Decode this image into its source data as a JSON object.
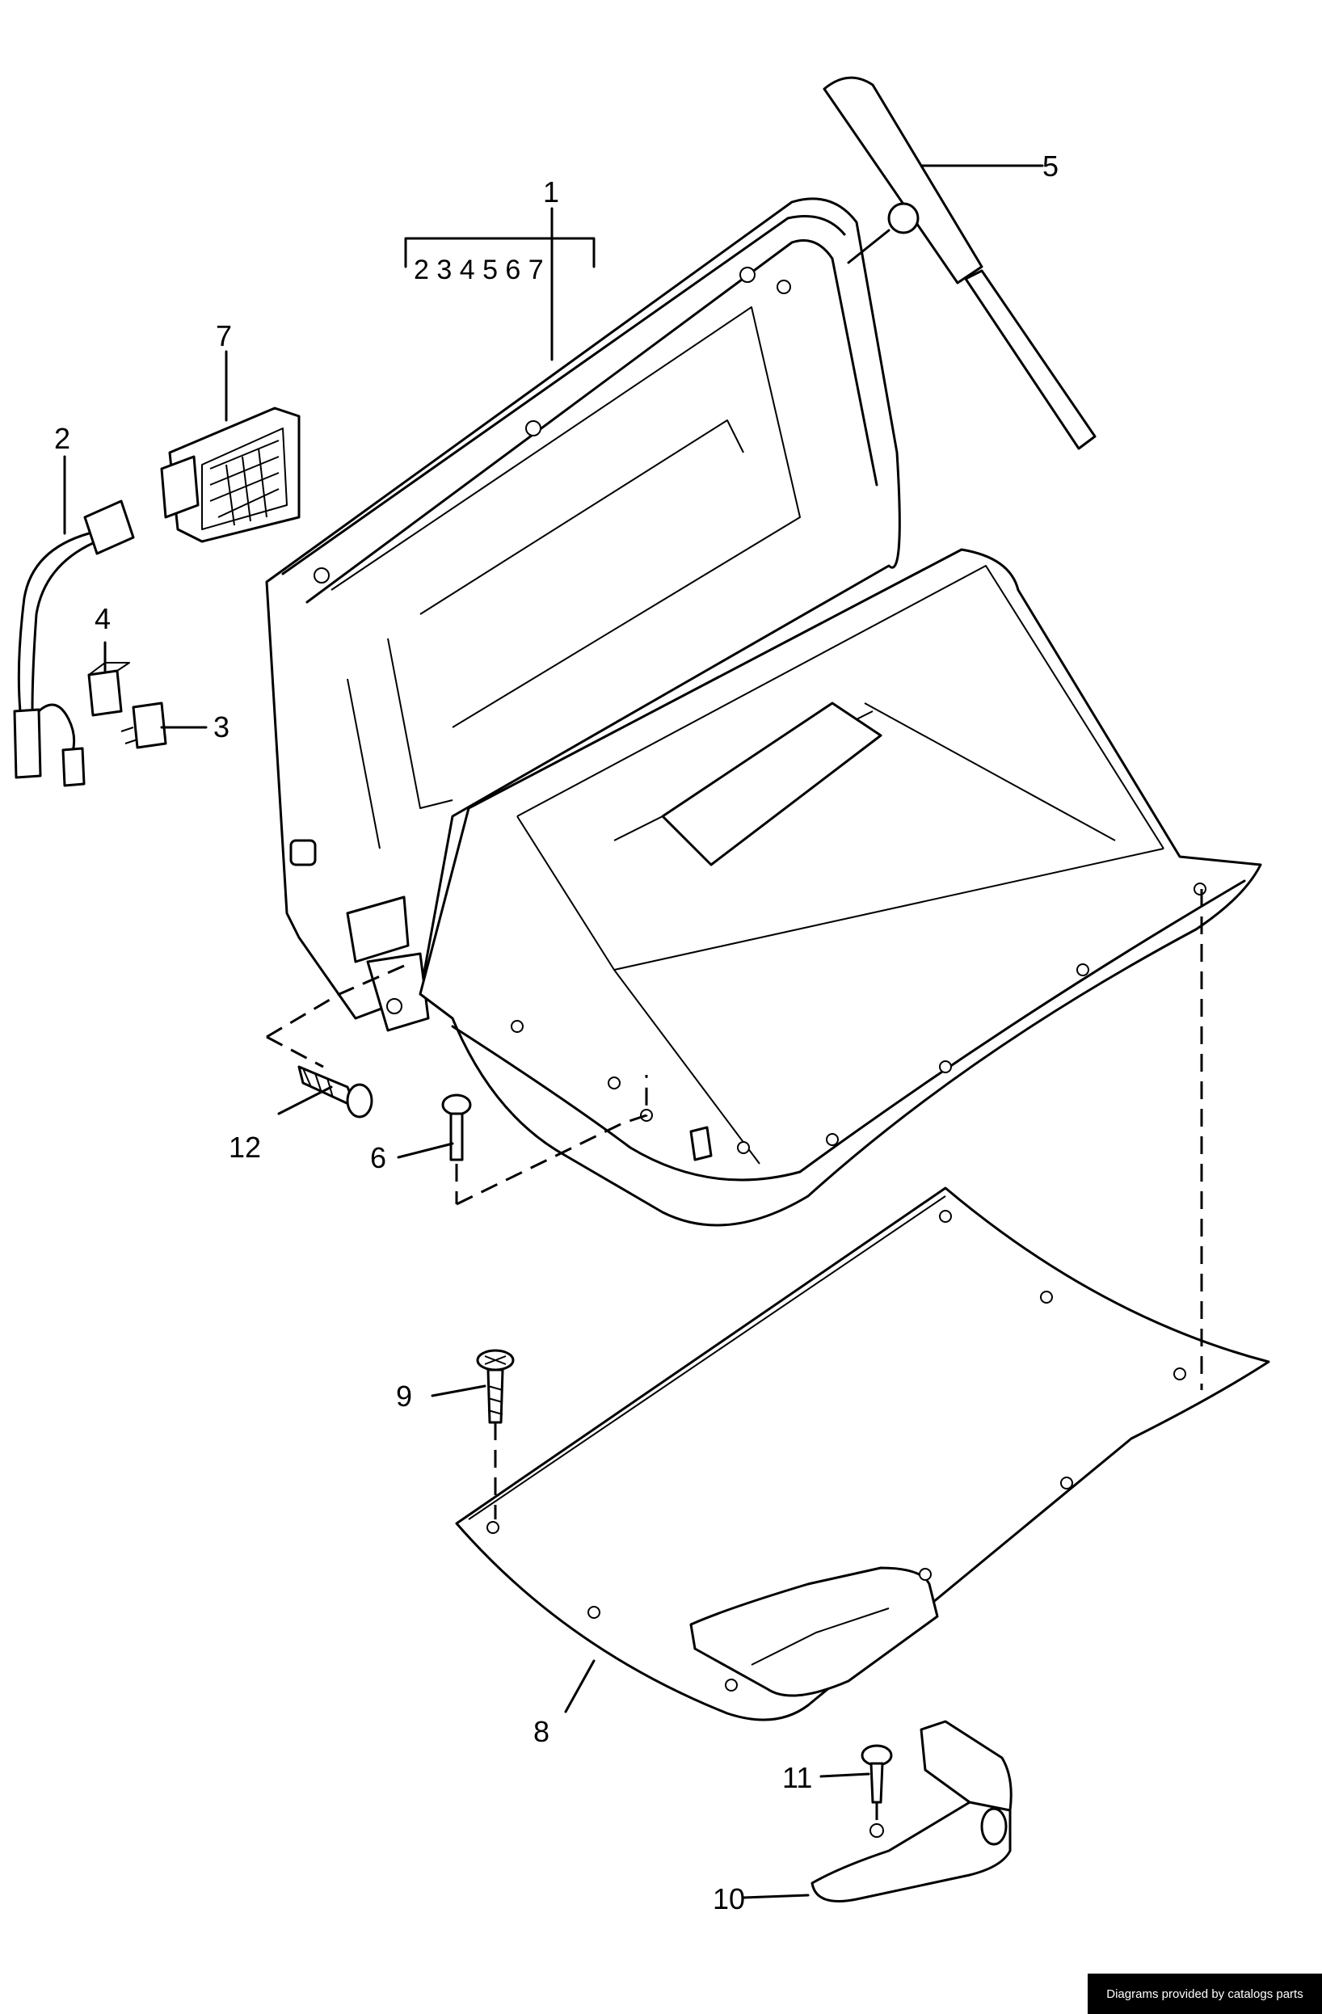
{
  "callouts": {
    "p1": "1",
    "kit_list": "2 3 4 5 6  7",
    "p2": "2",
    "p3": "3",
    "p4": "4",
    "p5": "5",
    "p6": "6",
    "p7": "7",
    "p8": "8",
    "p9": "9",
    "p10": "10",
    "p11": "11",
    "p12": "12"
  },
  "footer": {
    "credit": "Diagrams provided by catalogs parts"
  }
}
